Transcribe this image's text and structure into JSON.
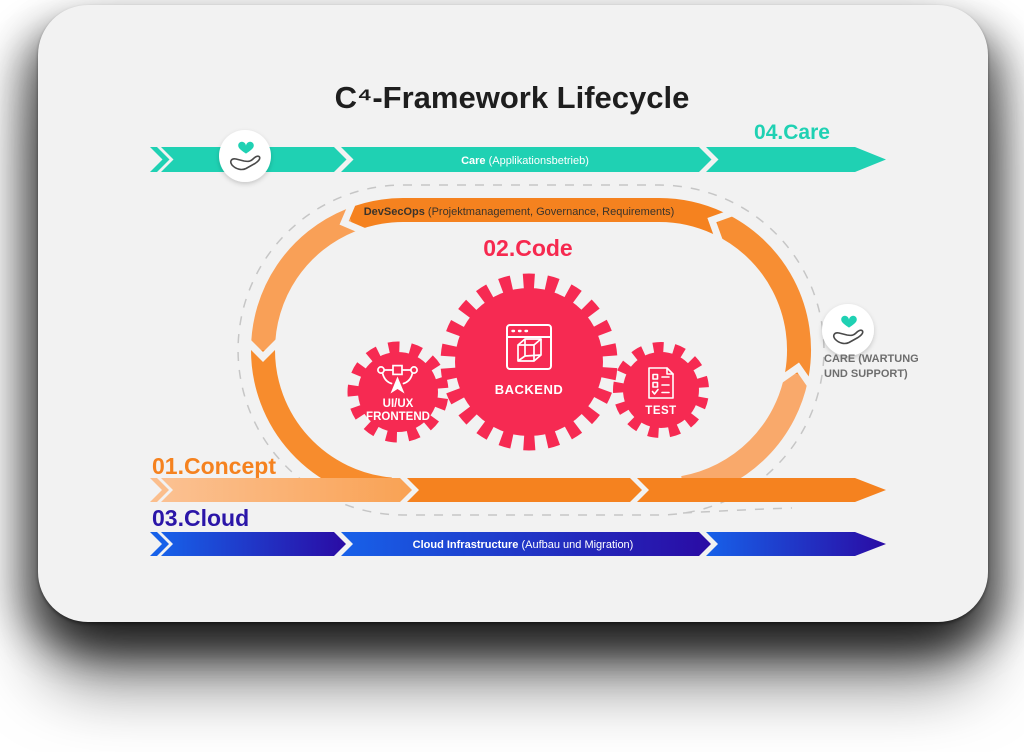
{
  "title": "C⁴-Framework Lifecycle",
  "stages": {
    "concept": {
      "label": "01.Concept",
      "color": "#F5821F"
    },
    "code": {
      "label": "02.Code",
      "color": "#F6294F"
    },
    "cloud": {
      "label": "03.Cloud",
      "color": "#2B16A8"
    },
    "care": {
      "label": "04.Care",
      "color": "#1FD1B3"
    }
  },
  "bands": {
    "care": {
      "bold": "Care",
      "rest": " (Applikationsbetrieb)",
      "color": "#1FD1B3"
    },
    "devsecops": {
      "bold": "DevSecOps",
      "rest": " (Projektmanagement, Governance, Requirements)",
      "color": "#F5821F",
      "light_color": "#F9A86B"
    },
    "concept": {
      "color_start": "#FBC192",
      "color_end": "#F9A254"
    },
    "cloud": {
      "bold": "Cloud Infrastructure",
      "rest": " (Aufbau und Migration)",
      "color_start": "#1761E9",
      "color_end": "#2A0BA4"
    }
  },
  "gears": {
    "color": "#F62A52",
    "frontend": {
      "line1": "UI/UX",
      "line2": "FRONTEND",
      "icon": "pen-tool-icon"
    },
    "backend": {
      "label": "BACKEND",
      "icon": "browser-cube-icon"
    },
    "test": {
      "label": "TEST",
      "icon": "checklist-icon"
    }
  },
  "care_support": {
    "line1": "CARE (WARTUNG",
    "line2": "UND SUPPORT)",
    "icon": "hand-heart-icon"
  }
}
